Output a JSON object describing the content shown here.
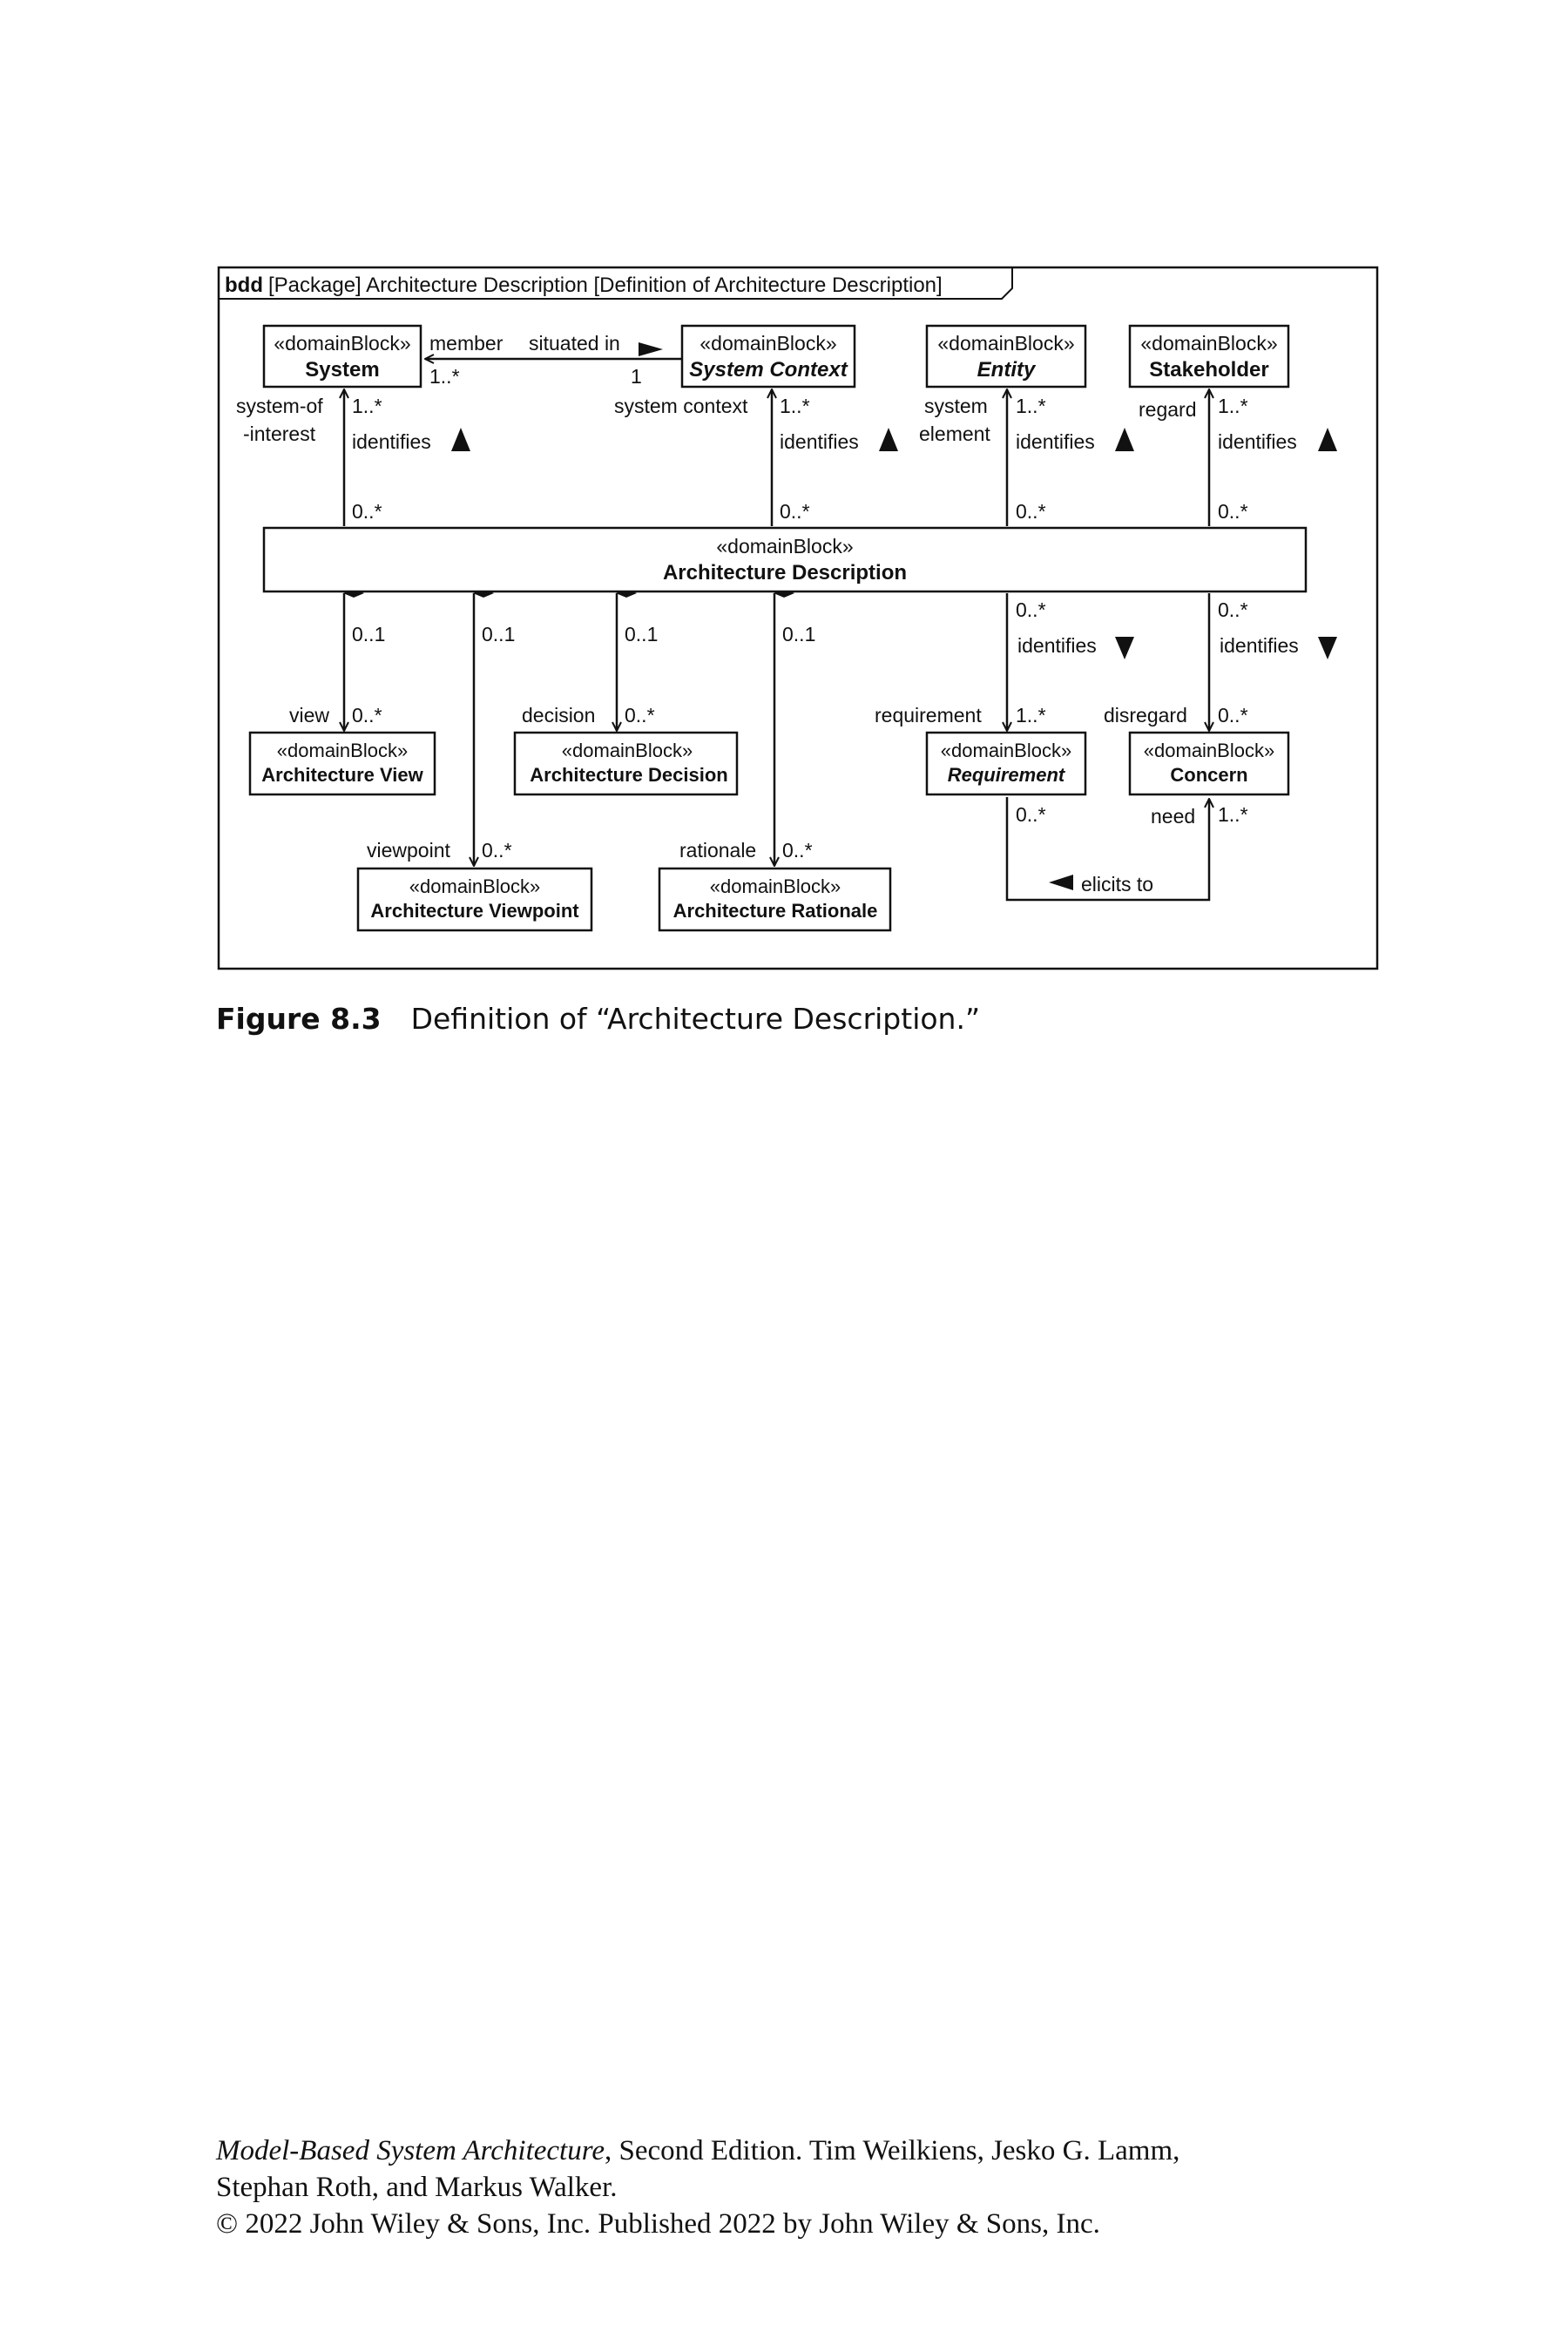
{
  "frame": {
    "kind": "bdd",
    "header": "[Package] Architecture Description [Definition of Architecture Description]"
  },
  "stereotype": "«domainBlock»",
  "blocks": {
    "system": "System",
    "system_context": "System Context",
    "entity": "Entity",
    "stakeholder": "Stakeholder",
    "architecture_description": "Architecture Description",
    "architecture_view": "Architecture View",
    "architecture_decision": "Architecture Decision",
    "requirement": "Requirement",
    "concern": "Concern",
    "architecture_viewpoint": "Architecture Viewpoint",
    "architecture_rationale": "Architecture Rationale"
  },
  "labels": {
    "member": "member",
    "situated_in": "situated in",
    "one": "1",
    "one_many": "1..*",
    "zero_many": "0..*",
    "zero_one": "0..1",
    "system_of": "system-of",
    "interest": "-interest",
    "system_context_role": "system context",
    "system_word": "system",
    "element_word": "element",
    "regard": "regard",
    "identifies": "identifies",
    "view": "view",
    "decision": "decision",
    "requirement_role": "requirement",
    "disregard": "disregard",
    "need": "need",
    "viewpoint": "viewpoint",
    "rationale": "rationale",
    "elicits_to": "elicits to"
  },
  "caption": {
    "label": "Figure 8.3",
    "text": "Definition of “Architecture Description.”"
  },
  "footer": {
    "book_title": "Model-Based System Architecture",
    "line1_rest": ", Second Edition. Tim Weilkiens, Jesko G. Lamm,",
    "line2": "Stephan Roth, and Markus Walker.",
    "line3": "© 2022 John Wiley & Sons, Inc. Published 2022 by John Wiley & Sons, Inc."
  }
}
